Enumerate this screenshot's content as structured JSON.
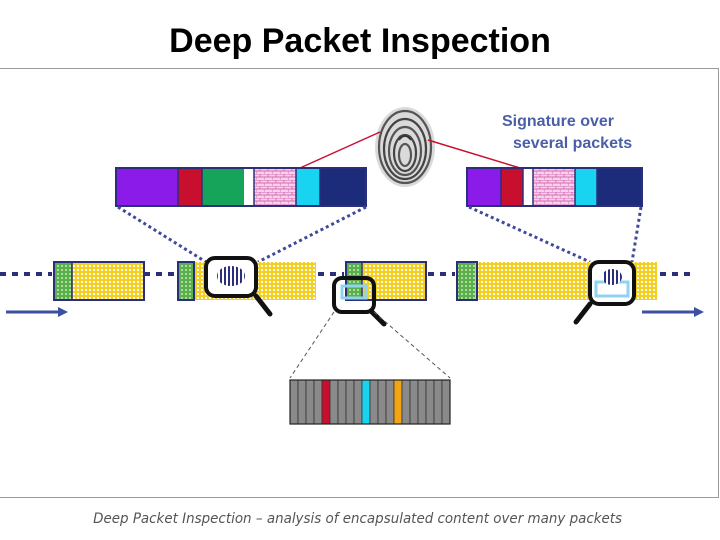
{
  "title": "Deep Packet Inspection",
  "signature_label": {
    "line1": "Signature over",
    "line2": "several packets"
  },
  "caption": "Deep Packet Inspection – analysis of encapsulated content over many packets",
  "colors": {
    "frame_border": "#2B2F7A",
    "dotted_link": "#3F4A9A",
    "payload_fill": "#F3D020",
    "payload_dot": "#FFFFFF",
    "header_green": "#5AB04C",
    "purple": "#8A1BE8",
    "red": "#C8102E",
    "green": "#16A35A",
    "pink": "#E48FC8",
    "cyan": "#18D4F0",
    "navy": "#1C2C7A",
    "arrow_blue": "#3C4FA0",
    "signature_text": "#4A5FA8",
    "magnifier": "#111111",
    "magnifier_highlight": "#8FD3F0",
    "byte_grey": "#8A8A8A",
    "byte_orange": "#F2A413"
  },
  "icons": {
    "fingerprint": "fingerprint-icon",
    "magnifier": "magnifier-icon",
    "flow_arrow": "arrow-right-icon"
  }
}
